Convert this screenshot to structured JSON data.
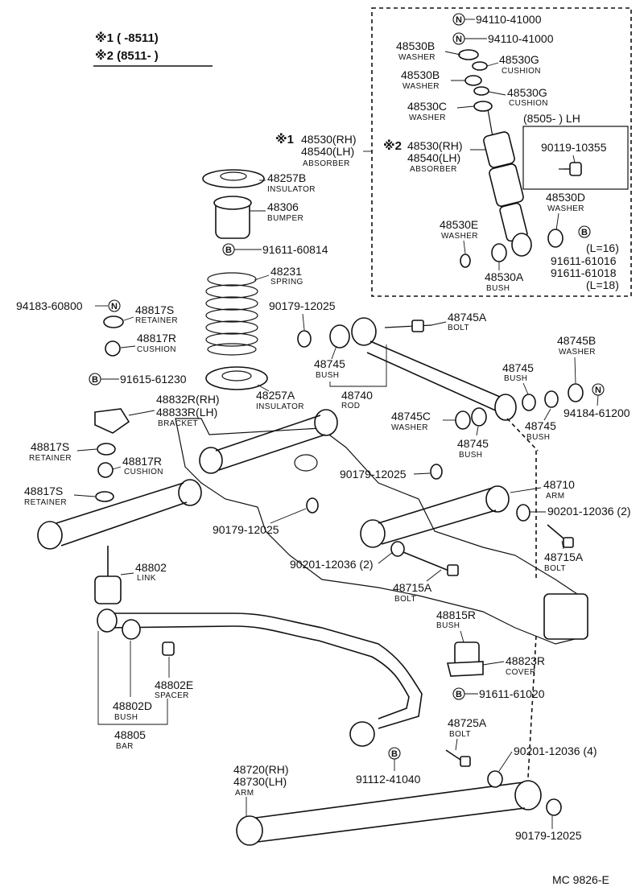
{
  "notes": {
    "note1": "※1 (   -8511)",
    "note2": "※2 (8511-   )"
  },
  "diagram_code": "MC  9826-E",
  "parts": [
    {
      "id": "p-94110-a",
      "number": "94110-41000",
      "symbol": "N"
    },
    {
      "id": "p-94110-b",
      "number": "94110-41000",
      "symbol": "N"
    },
    {
      "id": "p-48530b-1",
      "number": "48530B",
      "name": "WASHER"
    },
    {
      "id": "p-48530g-1",
      "number": "48530G",
      "name": "CUSHION"
    },
    {
      "id": "p-48530b-2",
      "number": "48530B",
      "name": "WASHER"
    },
    {
      "id": "p-48530g-2",
      "number": "48530G",
      "name": "CUSHION"
    },
    {
      "id": "p-48530c",
      "number": "48530C",
      "name": "WASHER"
    },
    {
      "id": "p-range-lh",
      "number": "(8505-      ) LH"
    },
    {
      "id": "p-absorber-2",
      "marker": "※2",
      "number": "48530(RH)",
      "number2": "48540(LH)",
      "name": "ABSORBER"
    },
    {
      "id": "p-absorber-1",
      "marker": "※1",
      "number": "48530(RH)",
      "number2": "48540(LH)",
      "name": "ABSORBER"
    },
    {
      "id": "p-90119",
      "number": "90119-10355"
    },
    {
      "id": "p-48530d",
      "number": "48530D",
      "name": "WASHER"
    },
    {
      "id": "p-48530e",
      "number": "48530E",
      "name": "WASHER"
    },
    {
      "id": "p-91611-61016",
      "number": "91611-61016",
      "symbol": "B",
      "note": "(L=16)"
    },
    {
      "id": "p-91611-61018",
      "number": "91611-61018",
      "note": "(L=18)"
    },
    {
      "id": "p-48530a",
      "number": "48530A",
      "name": "BUSH"
    },
    {
      "id": "p-48257b",
      "number": "48257B",
      "name": "INSULATOR"
    },
    {
      "id": "p-48306",
      "number": "48306",
      "name": "BUMPER"
    },
    {
      "id": "p-91611-60814",
      "number": "91611-60814",
      "symbol": "B"
    },
    {
      "id": "p-48231",
      "number": "48231",
      "name": "SPRING"
    },
    {
      "id": "p-94183",
      "number": "94183-60800",
      "symbol": "N"
    },
    {
      "id": "p-48817s-1",
      "number": "48817S",
      "name": "RETAINER"
    },
    {
      "id": "p-48817r-1",
      "number": "48817R",
      "name": "CUSHION"
    },
    {
      "id": "p-90179-1",
      "number": "90179-12025"
    },
    {
      "id": "p-91615",
      "number": "91615-61230",
      "symbol": "B"
    },
    {
      "id": "p-48257a",
      "number": "48257A",
      "name": "INSULATOR"
    },
    {
      "id": "p-48832r",
      "number": "48832R(RH)",
      "number2": "48833R(LH)",
      "name": "BRACKET"
    },
    {
      "id": "p-48745a",
      "number": "48745A",
      "name": "BOLT"
    },
    {
      "id": "p-48745-1",
      "number": "48745",
      "name": "BUSH"
    },
    {
      "id": "p-48740",
      "number": "48740",
      "name": "ROD"
    },
    {
      "id": "p-48745b",
      "number": "48745B",
      "name": "WASHER"
    },
    {
      "id": "p-48745-2",
      "number": "48745",
      "name": "BUSH"
    },
    {
      "id": "p-48745c",
      "number": "48745C",
      "name": "WASHER"
    },
    {
      "id": "p-48745-3",
      "number": "48745",
      "name": "BUSH"
    },
    {
      "id": "p-48745-4",
      "number": "48745",
      "name": "BUSH"
    },
    {
      "id": "p-94184",
      "number": "94184-61200",
      "symbol": "N"
    },
    {
      "id": "p-48817s-2",
      "number": "48817S",
      "name": "RETAINER"
    },
    {
      "id": "p-48817r-2",
      "number": "48817R",
      "name": "CUSHION"
    },
    {
      "id": "p-90179-2",
      "number": "90179-12025"
    },
    {
      "id": "p-48817s-3",
      "number": "48817S",
      "name": "RETAINER"
    },
    {
      "id": "p-48710",
      "number": "48710",
      "name": "ARM"
    },
    {
      "id": "p-90201-a",
      "number": "90201-12036 (2)"
    },
    {
      "id": "p-90179-3",
      "number": "90179-12025"
    },
    {
      "id": "p-48715a-1",
      "number": "48715A",
      "name": "BOLT"
    },
    {
      "id": "p-90201-b",
      "number": "90201-12036 (2)"
    },
    {
      "id": "p-48802",
      "number": "48802",
      "name": "LINK"
    },
    {
      "id": "p-48715a-2",
      "number": "48715A",
      "name": "BOLT"
    },
    {
      "id": "p-48815r",
      "number": "48815R",
      "name": "BUSH"
    },
    {
      "id": "p-48823r",
      "number": "48823R",
      "name": "COVER"
    },
    {
      "id": "p-48802e",
      "number": "48802E",
      "name": "SPACER"
    },
    {
      "id": "p-91611-61020",
      "number": "91611-61020",
      "symbol": "B"
    },
    {
      "id": "p-48802d",
      "number": "48802D",
      "name": "BUSH"
    },
    {
      "id": "p-48805",
      "number": "48805",
      "name": "BAR"
    },
    {
      "id": "p-48725a",
      "number": "48725A",
      "name": "BOLT"
    },
    {
      "id": "p-90201-c",
      "number": "90201-12036 (4)"
    },
    {
      "id": "p-48720",
      "number": "48720(RH)",
      "number2": "48730(LH)",
      "name": "ARM"
    },
    {
      "id": "p-91112",
      "number": "91112-41040",
      "symbol": "B"
    },
    {
      "id": "p-90179-4",
      "number": "90179-12025"
    }
  ]
}
